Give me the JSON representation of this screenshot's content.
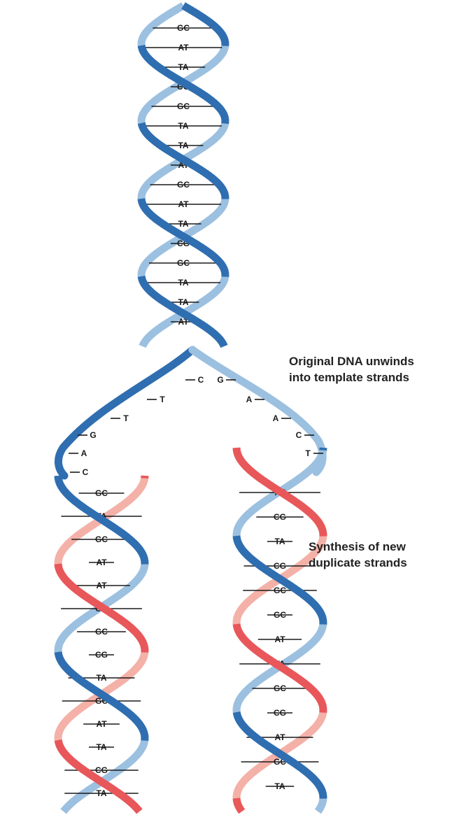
{
  "annotations": {
    "unwind": [
      "Original DNA unwinds",
      "into template strands"
    ],
    "synthesis": [
      "Synthesis of new",
      "duplicate strands"
    ]
  },
  "colors": {
    "original_strand_dark": "#2f6eb0",
    "original_strand_light": "#9cc0e0",
    "new_strand_dark": "#e8575a",
    "new_strand_light": "#f4b1a8",
    "rung": "#1a1a1a"
  },
  "parent_helix_pairs": [
    "GC",
    "AT",
    "TA",
    "CG",
    "GC",
    "TA",
    "TA",
    "AT",
    "GC",
    "AT",
    "TA",
    "CG",
    "GC",
    "TA",
    "TA",
    "AT"
  ],
  "left_template_bases": [
    "C",
    "T",
    "T",
    "G",
    "A",
    "C"
  ],
  "right_template_bases": [
    "G",
    "A",
    "A",
    "C",
    "T"
  ],
  "left_daughter_pairs": [
    "GC",
    "TA",
    "GC",
    "AT",
    "AT",
    "CG",
    "GC",
    "CG",
    "TA",
    "GC",
    "AT",
    "TA",
    "CG",
    "TA"
  ],
  "right_daughter_pairs": [
    "AT",
    "CG",
    "TA",
    "CG",
    "GC",
    "GC",
    "AT",
    "TA",
    "GC",
    "CG",
    "AT",
    "GC",
    "TA"
  ]
}
